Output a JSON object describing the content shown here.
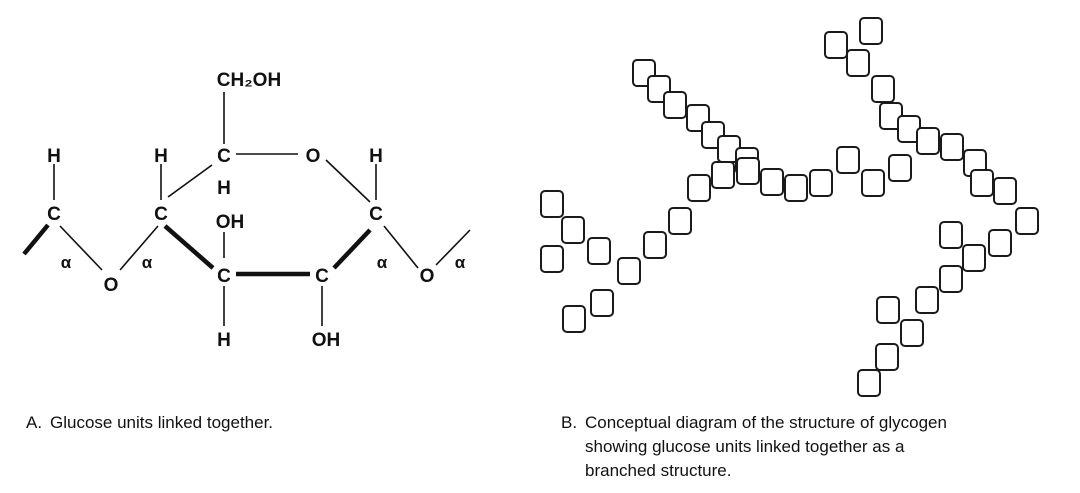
{
  "panel_a": {
    "atoms": {
      "h_left_top": "H",
      "c_left": "C",
      "h_c1_top": "H",
      "c1": "C",
      "c5": "C",
      "ch2oh": "CH₂OH",
      "o_ring": "O",
      "h_c5_below": "H",
      "h_c1_right_top": "H",
      "c_right": "C",
      "oh_c4": "OH",
      "c4": "C",
      "c3": "C",
      "h_c4_below": "H",
      "oh_c3": "OH",
      "o_link_left": "O",
      "o_link_right": "O"
    },
    "alpha_labels": [
      "α",
      "α",
      "α",
      "α"
    ],
    "caption_letter": "A.",
    "caption_text": "Glucose units linked together."
  },
  "panel_b": {
    "caption_letter": "B.",
    "caption_lines": [
      "Conceptual diagram of the structure of glycogen",
      "showing glucose units linked together as a",
      "branched structure."
    ]
  },
  "colors": {
    "ink": "#111111",
    "unit_stroke": "#1a1a1a",
    "background": "#ffffff"
  }
}
